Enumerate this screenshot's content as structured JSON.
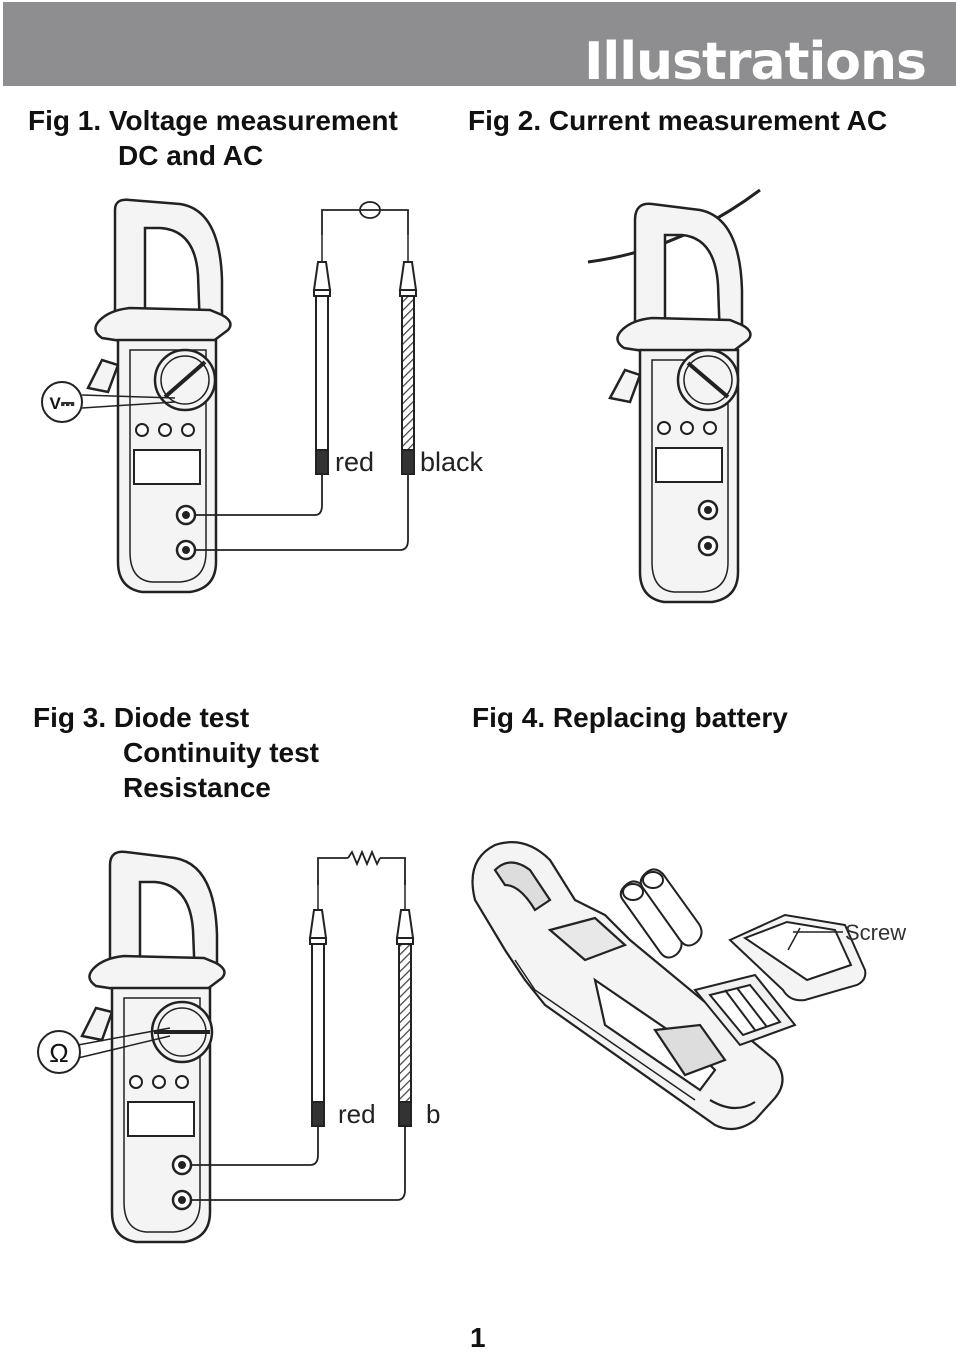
{
  "header": {
    "title": "Illustrations"
  },
  "figures": [
    {
      "line1": "Fig 1. Voltage measurement",
      "line2": "DC and AC",
      "red_label": "red",
      "black_label": "black",
      "dial_symbol": "V⎓"
    },
    {
      "line1": "Fig 2. Current measurement AC"
    },
    {
      "line1": "Fig 3. Diode test",
      "line2": "Continuity test",
      "line3": "Resistance",
      "red_label": "red",
      "black_label": "b",
      "dial_symbol": "Ω"
    },
    {
      "line1": "Fig 4. Replacing battery",
      "screw_label": "Screw"
    }
  ],
  "page_number": "1",
  "icons": [
    "resistor-icon",
    "fuse-icon",
    "ohm-icon",
    "dc-voltage-icon"
  ],
  "colors": {
    "header": "#8e8e91",
    "line": "#222222",
    "meter_fill": "#f4f4f4",
    "probe_hatch": "#555555"
  }
}
